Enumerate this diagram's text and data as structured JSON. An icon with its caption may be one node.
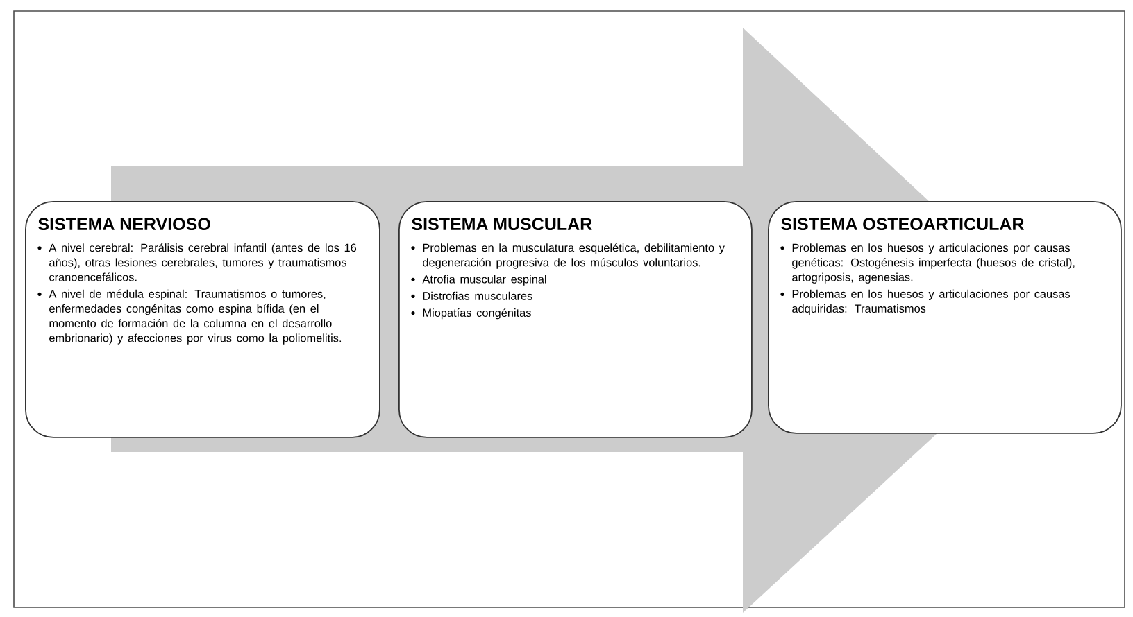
{
  "diagram": {
    "nodes": [
      {
        "text": [
          "SISTEMA NERVIOSO",
          "A nivel cerebral: Parálisis cerebral infantil (antes de los 16 años), otras lesiones cerebrales, tumores y traumatismos cranoencefálicos.",
          "A nivel de médula espinal: Traumatismos o tumores, enfermedades congénitas como espina bífida (en el momento de formación de la columna en el desarrollo embrionario) y afecciones por virus como la poliomelitis."
        ]
      },
      {
        "text": [
          "SISTEMA MUSCULAR",
          "Problemas en la musculatura esquelética, debilitamiento y degeneración progresiva de los músculos voluntarios.",
          "Atrofia muscular espinal",
          "Distrofias musculares",
          "Miopatías congénitas"
        ]
      },
      {
        "text": [
          "SISTEMA OSTEOARTICULAR",
          "Problemas en los huesos y articulaciones por causas genéticas: Ostogénesis imperfecta (huesos de cristal), artogriposis, agenesias.",
          "Problemas en los huesos y articulaciones por causas adquiridas: Traumatismos"
        ]
      }
    ],
    "edges": [
      {
        "from": 0,
        "to": 2,
        "arrow": "to"
      }
    ]
  }
}
